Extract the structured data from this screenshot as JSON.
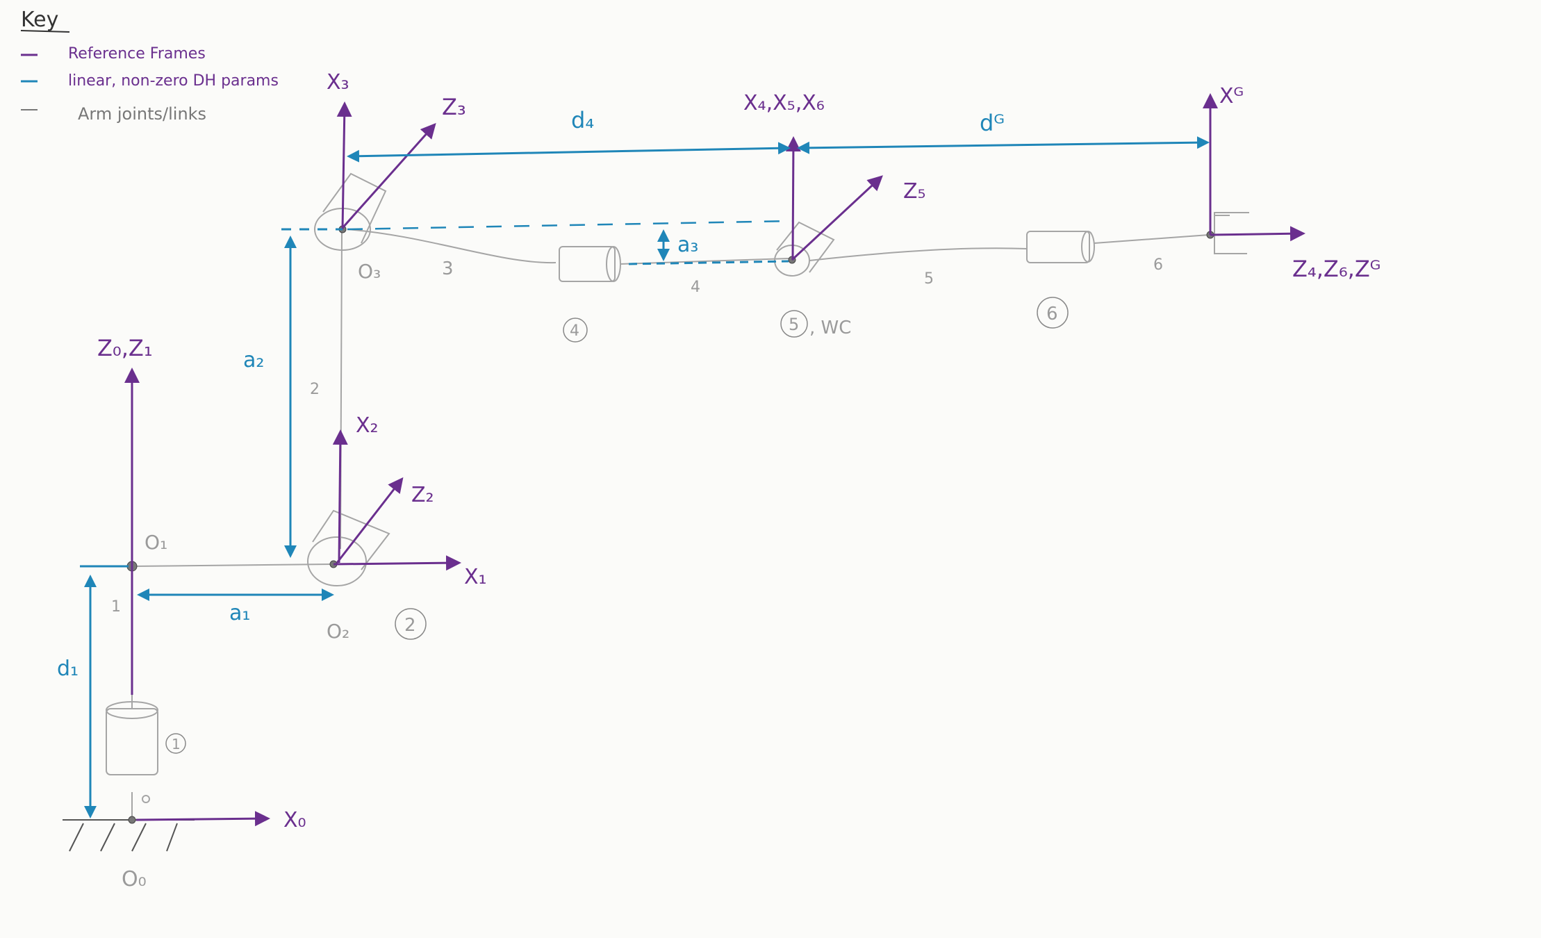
{
  "key": {
    "title": "Key",
    "items": [
      {
        "dash_color": "#6a2f8e",
        "text": "Reference Frames"
      },
      {
        "dash_color": "#1f86b8",
        "text": "linear, non-zero DH params"
      },
      {
        "dash_color": "#9a9a9a",
        "text": "Arm joints/links"
      }
    ]
  },
  "frame_labels": {
    "x0": "X₀",
    "z0z1": "Z₀,Z₁",
    "x1": "X₁",
    "x2": "X₂",
    "z2": "Z₂",
    "x3": "X₃",
    "z3": "Z₃",
    "x4x5x6": "X₄,X₅,X₆",
    "z5": "Z₅",
    "xg": "Xᴳ",
    "z4z6zg": "Z₄,Z₆,Zᴳ"
  },
  "dh_labels": {
    "d1": "d₁",
    "a1": "a₁",
    "a2": "a₂",
    "a3": "a₃",
    "d4": "d₄",
    "dG": "dᴳ"
  },
  "origin_labels": {
    "o0": "O₀",
    "o1": "O₁",
    "o2": "O₂",
    "o3": "O₃"
  },
  "link_numbers": [
    "1",
    "2",
    "3",
    "4",
    "5",
    "6"
  ],
  "joint_labels": {
    "j1": "1",
    "j2": "2",
    "j4": "4",
    "j5": "5",
    "j5_suffix": ", WC",
    "j6": "6"
  },
  "colors": {
    "frames": "#6a2f8e",
    "dh_params": "#1f86b8",
    "links": "#9a9a9a"
  }
}
